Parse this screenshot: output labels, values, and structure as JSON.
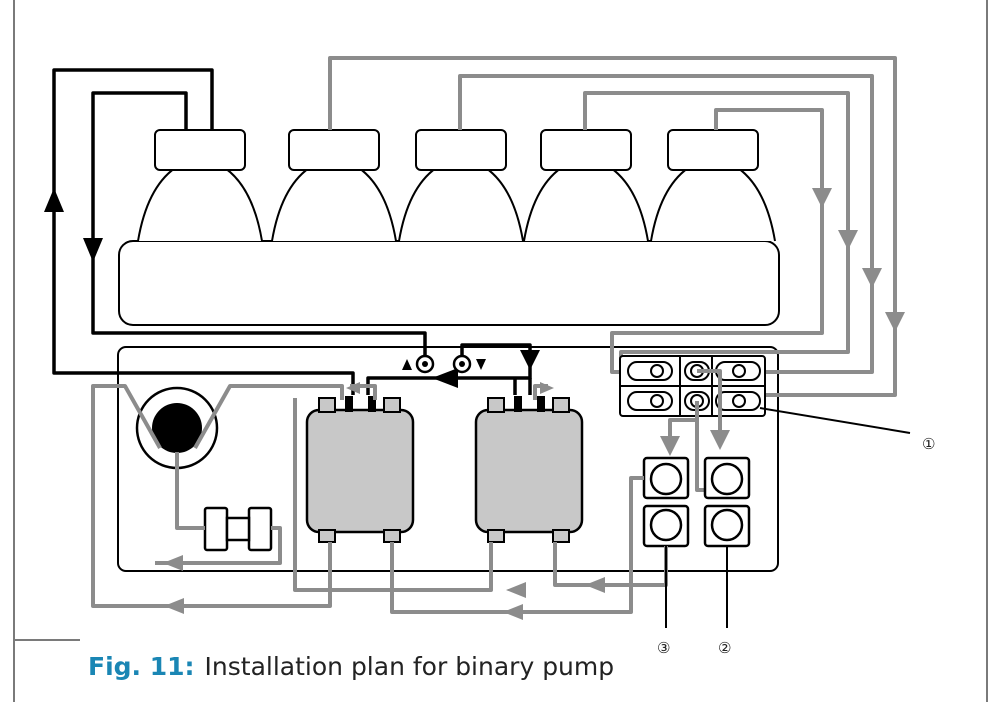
{
  "caption": {
    "figure_label": "Fig. 11:",
    "text": "Installation plan for binary pump"
  },
  "callouts": [
    "①",
    "②",
    "③"
  ],
  "colors": {
    "black_line": "#000000",
    "gray_line": "#8c8c8c",
    "pump_head_fill": "#c8c8c8",
    "figure_label": "#1a86b4"
  }
}
